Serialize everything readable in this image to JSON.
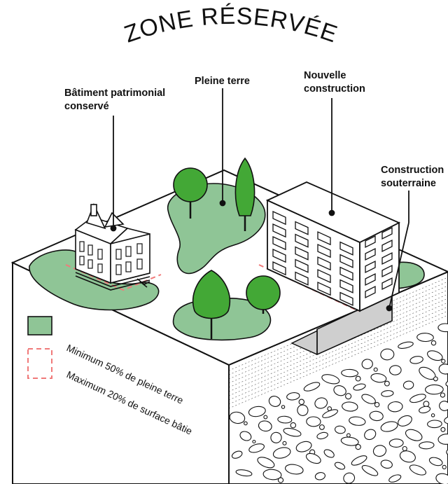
{
  "title": "ZONE RÉSERVÉE",
  "labels": {
    "heritage": [
      "Bâtiment patrimonial",
      "conservé"
    ],
    "open_ground": [
      "Pleine terre"
    ],
    "new_building": [
      "Nouvelle",
      "construction"
    ],
    "underground": [
      "Construction",
      "souterraine"
    ]
  },
  "legend": {
    "green_box_text": "Minimum 50% de pleine terre",
    "dashed_box_text": "Maximum 20% de surface bâtie"
  },
  "colors": {
    "green": "#8fc596",
    "tree_green": "#43a836",
    "dashed": "#f07a7a",
    "underground": "#cfcfcf",
    "outline": "#111111"
  }
}
